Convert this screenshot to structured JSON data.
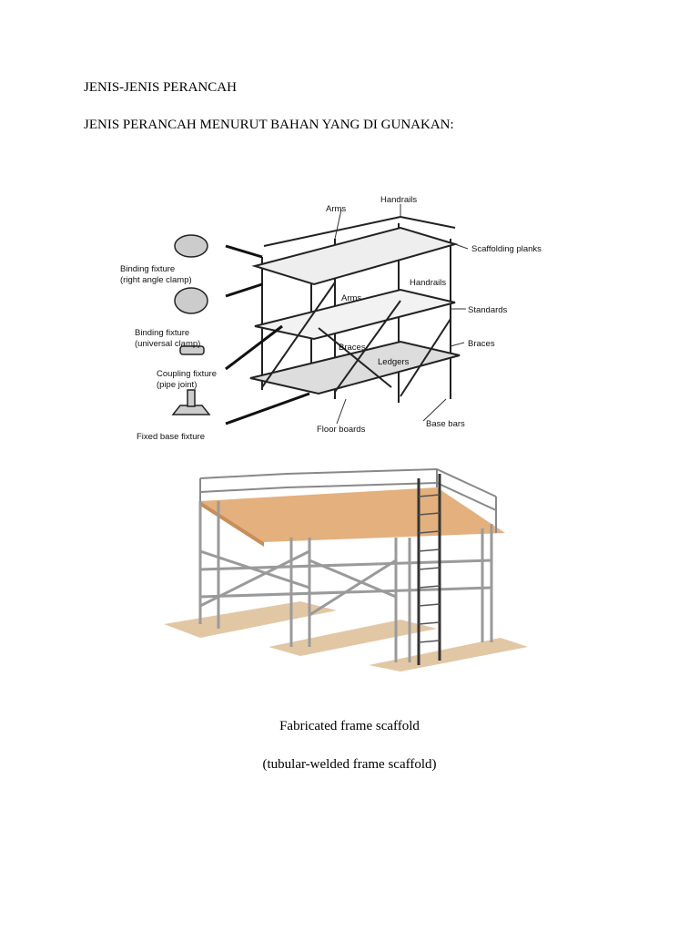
{
  "document": {
    "heading1": "JENIS-JENIS PERANCAH",
    "heading2": "JENIS PERANCAH MENURUT  BAHAN YANG DI GUNAKAN:",
    "caption1": "Fabricated frame scaffold",
    "caption2": "(tubular-welded frame scaffold)"
  },
  "diagram_labels": {
    "handrails_top": "Handrails",
    "arms_top": "Arms",
    "scaffolding_planks": "Scaffolding planks",
    "arms_mid": "Arms",
    "handrails_mid": "Handrails",
    "standards": "Standards",
    "braces_right": "Braces",
    "braces_mid": "Braces",
    "ledgers": "Ledgers",
    "floor_boards": "Floor boards",
    "base_bars": "Base bars",
    "binding_right_angle_1": "Binding fixture",
    "binding_right_angle_2": "(right angle clamp)",
    "binding_universal_1": "Binding fixture",
    "binding_universal_2": "(universal clamp)",
    "coupling_1": "Coupling fixture",
    "coupling_2": "(pipe joint)",
    "fixed_base": "Fixed base fixture"
  }
}
